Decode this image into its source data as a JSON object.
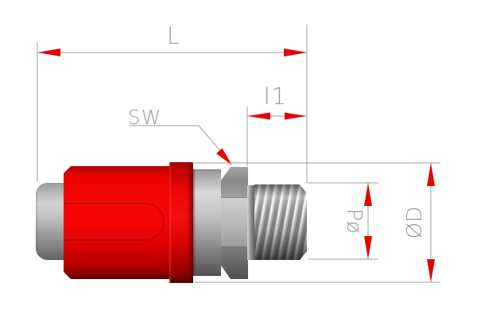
{
  "drawing": {
    "type": "technical-dimension-drawing",
    "subject": "pneumatic quick-release coupling with male thread",
    "dimension_labels": {
      "overall_length": "L",
      "thread_length": "l1",
      "wrench_size": "SW",
      "thread_diameter": "Pø",
      "outer_diameter": "ØD"
    },
    "colors": {
      "line": "#9f9f9f",
      "arrow": "#e60000",
      "text": "#9a9a9a",
      "body_red": "#ee0000",
      "metal_grey": "#b0b0b0",
      "background": "#ffffff"
    }
  }
}
